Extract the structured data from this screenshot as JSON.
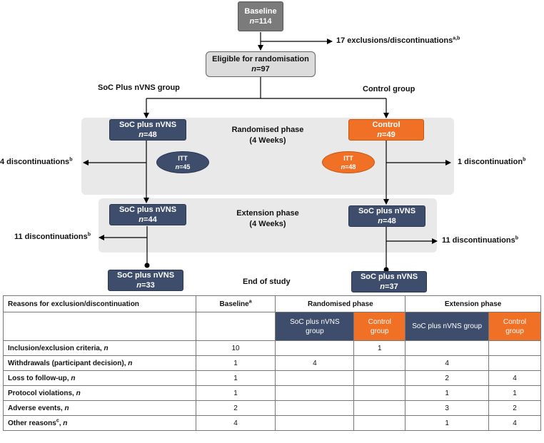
{
  "flow": {
    "baseline": {
      "title": "Baseline",
      "n_label": "n",
      "n_value": "=114"
    },
    "exclusions": {
      "text": "17 exclusions/discontinuations",
      "sup": "a,b"
    },
    "eligible": {
      "title": "Eligible for randomisation",
      "n_label": "n",
      "n_value": "=97"
    },
    "left_group_label": "SoC Plus nVNS group",
    "right_group_label": "Control group",
    "randomised": {
      "title": "Randomised phase",
      "duration": "(4 Weeks)",
      "left_box": {
        "title": "SoC plus nVNS",
        "n_label": "n",
        "n_value": "=48"
      },
      "right_box": {
        "title": "Control",
        "n_label": "n",
        "n_value": "=49"
      },
      "left_itt": {
        "title": "ITT",
        "n_label": "n",
        "n_value": "=45"
      },
      "right_itt": {
        "title": "ITT",
        "n_label": "n",
        "n_value": "=48"
      },
      "left_disc": {
        "text": "4 discontinuations",
        "sup": "b"
      },
      "right_disc": {
        "text": "1 discontinuation",
        "sup": "b"
      }
    },
    "extension": {
      "title": "Extension phase",
      "duration": "(4 Weeks)",
      "left_box": {
        "title": "SoC plus nVNS",
        "n_label": "n",
        "n_value": "=44"
      },
      "right_box": {
        "title": "SoC plus nVNS",
        "n_label": "n",
        "n_value": "=48"
      },
      "left_disc": {
        "text": "11 discontinuations",
        "sup": "b"
      },
      "right_disc": {
        "text": "11 discontinuations",
        "sup": "b"
      }
    },
    "end": {
      "label": "End of study",
      "left_box": {
        "title": "SoC plus nVNS",
        "n_label": "n",
        "n_value": "=33"
      },
      "right_box": {
        "title": "SoC plus nVNS",
        "n_label": "n",
        "n_value": "=37"
      }
    },
    "colors": {
      "navy": "#3e4d6c",
      "orange": "#f07025",
      "panel": "#e9e9e9"
    }
  },
  "table": {
    "headers": {
      "reasons": "Reasons for exclusion/discontinuation",
      "baseline": "Baseline",
      "baseline_sup": "a",
      "randomised": "Randomised phase",
      "extension": "Extension phase"
    },
    "subheaders": {
      "rand_soc": "SoC plus nVNS group",
      "rand_control": "Control group",
      "ext_soc": "SoC plus nVNS group",
      "ext_control": "Control group"
    },
    "rows": [
      {
        "label": "Inclusion/exclusion criteria, ",
        "label_n": "n",
        "baseline": "10",
        "rand_soc": "",
        "rand_control": "1",
        "ext_soc": "",
        "ext_control": ""
      },
      {
        "label": "Withdrawals (participant decision), ",
        "label_n": "n",
        "baseline": "1",
        "rand_soc": "4",
        "rand_control": "",
        "ext_soc": "4",
        "ext_control": ""
      },
      {
        "label": "Loss to follow-up, ",
        "label_n": "n",
        "baseline": "1",
        "rand_soc": "",
        "rand_control": "",
        "ext_soc": "2",
        "ext_control": "4"
      },
      {
        "label": "Protocol violations, ",
        "label_n": "n",
        "baseline": "1",
        "rand_soc": "",
        "rand_control": "",
        "ext_soc": "1",
        "ext_control": "1"
      },
      {
        "label": "Adverse events, ",
        "label_n": "n",
        "baseline": "2",
        "rand_soc": "",
        "rand_control": "",
        "ext_soc": "3",
        "ext_control": "2"
      },
      {
        "label": "Other reasons",
        "label_sup": "c",
        "label_n": "n",
        "baseline": "4",
        "rand_soc": "",
        "rand_control": "",
        "ext_soc": "1",
        "ext_control": "4"
      }
    ]
  }
}
